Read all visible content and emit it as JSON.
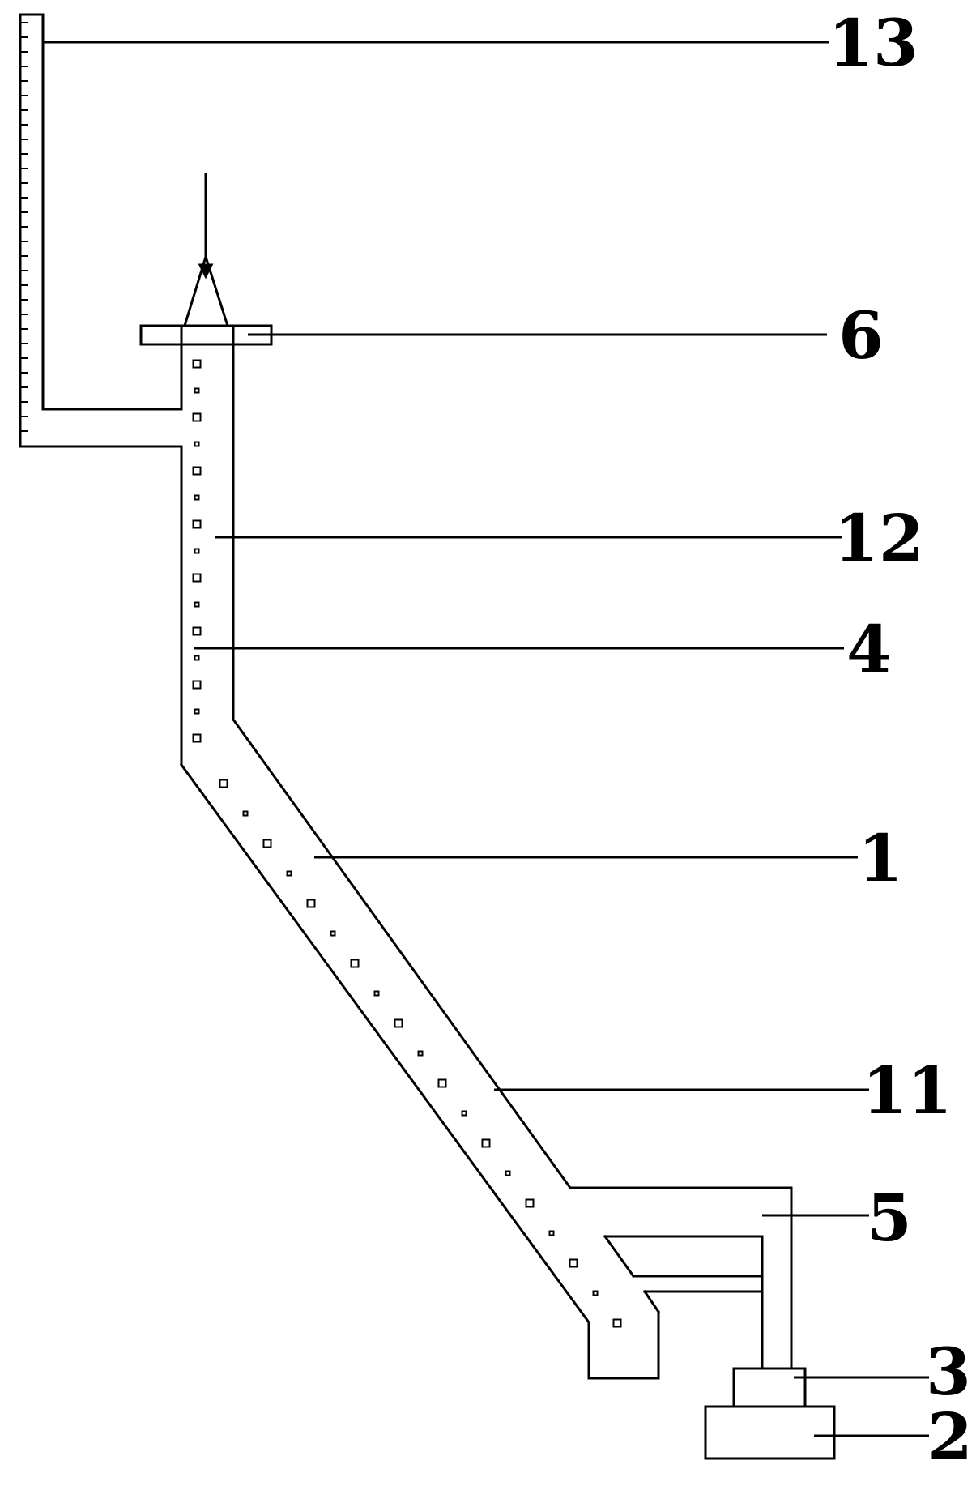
{
  "figure": {
    "kind": "technical-line-drawing",
    "colors": {
      "ink": "#000000",
      "paper": "#ffffff"
    }
  },
  "callouts": [
    {
      "num": "13"
    },
    {
      "num": "6"
    },
    {
      "num": "12"
    },
    {
      "num": "4"
    },
    {
      "num": "1"
    },
    {
      "num": "11"
    },
    {
      "num": "5"
    },
    {
      "num": "3"
    },
    {
      "num": "2"
    }
  ]
}
